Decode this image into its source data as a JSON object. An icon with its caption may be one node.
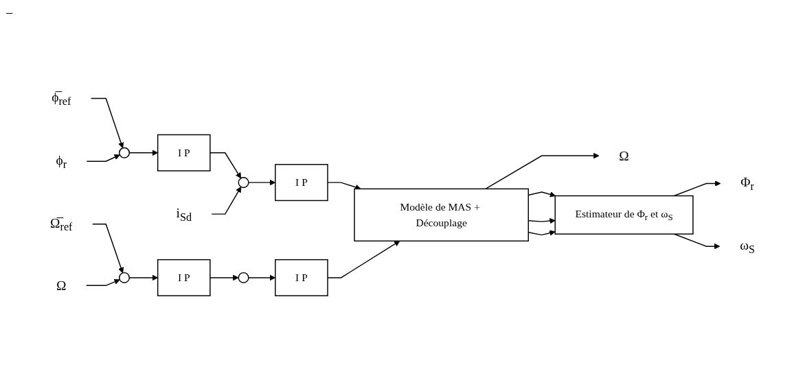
{
  "diagram": {
    "nodes": [
      {
        "text": [
          "ϕ̅$_{ref}$"
        ]
      },
      {
        "text": [
          "ϕ$_{r}$"
        ]
      },
      {
        "text": [],
        "shape": "circle"
      },
      {
        "text": [
          "I P"
        ]
      },
      {
        "text": [
          "i$_{Sd}$"
        ]
      },
      {
        "text": [],
        "shape": "circle"
      },
      {
        "text": [
          "I P"
        ]
      },
      {
        "text": [
          "Modèle de MAS + Découplage"
        ]
      },
      {
        "text": [
          "Ω"
        ]
      },
      {
        "text": [
          "Ω̅$_{ref}$"
        ]
      },
      {
        "text": [],
        "shape": "circle"
      },
      {
        "text": [
          "I P"
        ]
      },
      {
        "text": [],
        "shape": "circle"
      },
      {
        "text": [
          "I P"
        ]
      },
      {
        "text": [
          "Ω"
        ]
      },
      {
        "text": [
          "Estimateur de Φ$_{r}$ et ω$_{S}$"
        ]
      },
      {
        "text": [
          "Φ$_{r}$"
        ]
      },
      {
        "text": [
          "ω$_{S}$"
        ]
      }
    ],
    "edges": [
      {
        "from": 0,
        "to": 2,
        "arrow": "to"
      },
      {
        "from": 1,
        "to": 2,
        "arrow": "to"
      },
      {
        "from": 2,
        "to": 3,
        "arrow": "to"
      },
      {
        "from": 3,
        "to": 5,
        "arrow": "to"
      },
      {
        "from": 4,
        "to": 5,
        "arrow": "to"
      },
      {
        "from": 5,
        "to": 6,
        "arrow": "to"
      },
      {
        "from": 6,
        "to": 7,
        "arrow": "to"
      },
      {
        "from": 7,
        "to": 8,
        "arrow": "to"
      },
      {
        "from": 9,
        "to": 10,
        "arrow": "to"
      },
      {
        "from": 14,
        "to": 10,
        "arrow": "to"
      },
      {
        "from": 10,
        "to": 11,
        "arrow": "to"
      },
      {
        "from": 11,
        "to": 12,
        "arrow": "to"
      },
      {
        "from": 12,
        "to": 13,
        "arrow": "to"
      },
      {
        "from": 13,
        "to": 7,
        "arrow": "to"
      },
      {
        "from": 7,
        "to": 15,
        "arrow": "to"
      },
      {
        "from": 7,
        "to": 15,
        "arrow": "to"
      },
      {
        "from": 7,
        "to": 15,
        "arrow": "to"
      },
      {
        "from": 15,
        "to": 16,
        "arrow": "to"
      },
      {
        "from": 15,
        "to": 17,
        "arrow": "to"
      }
    ],
    "labels": [
      "−"
    ]
  }
}
